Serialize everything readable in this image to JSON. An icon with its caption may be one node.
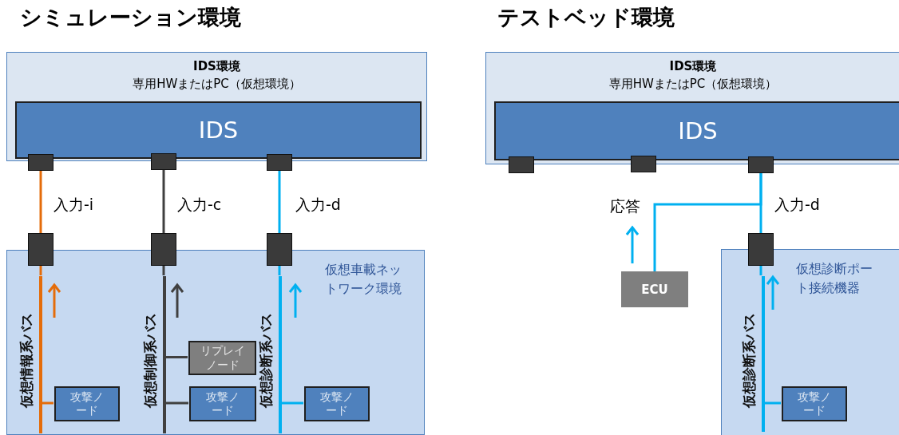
{
  "diagram": {
    "nodes": [
      {
        "text": [
          "IDS環境",
          "専用HWまたはPC（仮想環境）"
        ]
      },
      {
        "text": [
          "IDS"
        ],
        "in": 0
      },
      {
        "text": [],
        "shape": "box"
      },
      {
        "text": [],
        "shape": "box"
      },
      {
        "text": [],
        "shape": "box"
      },
      {
        "text": [
          "仮想車載ネットワーク環境"
        ]
      },
      {
        "text": [],
        "shape": "box"
      },
      {
        "text": [],
        "shape": "box"
      },
      {
        "text": [],
        "shape": "box"
      },
      {
        "text": [],
        "shape": "bar",
        "beside": [
          "仮想情報系バス"
        ],
        "in": 5
      },
      {
        "text": [],
        "shape": "bar",
        "beside": [
          "仮想制御系バス"
        ],
        "in": 5
      },
      {
        "text": [],
        "shape": "bar",
        "beside": [
          "仮想診断系バス"
        ],
        "in": 5
      },
      {
        "text": [
          "リプレイノード"
        ],
        "in": 5
      },
      {
        "text": [
          "攻撃ノード"
        ],
        "in": 5
      },
      {
        "text": [
          "攻撃ノード"
        ],
        "in": 5
      },
      {
        "text": [
          "攻撃ノード"
        ],
        "in": 5
      },
      {
        "text": [
          "IDS環境",
          "専用HWまたはPC（仮想環境）"
        ]
      },
      {
        "text": [
          "IDS"
        ],
        "in": 16
      },
      {
        "text": [],
        "shape": "box"
      },
      {
        "text": [],
        "shape": "box"
      },
      {
        "text": [],
        "shape": "box"
      },
      {
        "text": [
          "ECU"
        ]
      },
      {
        "text": [
          "仮想診断ポート接続機器"
        ]
      },
      {
        "text": [],
        "shape": "box"
      },
      {
        "text": [],
        "shape": "bar",
        "beside": [
          "仮想診断系バス"
        ],
        "in": 22
      },
      {
        "text": [
          "攻撃ノード"
        ],
        "in": 22
      }
    ],
    "edges": [
      {
        "from": 2,
        "to": 6,
        "arrow": "none",
        "label": "入力-i",
        "color": "#e46c0a"
      },
      {
        "from": 3,
        "to": 7,
        "arrow": "none",
        "label": "入力-c",
        "color": "#404040"
      },
      {
        "from": 4,
        "to": 8,
        "arrow": "none",
        "label": "入力-d",
        "color": "#00b0f0"
      },
      {
        "from": 6,
        "to": 9,
        "arrow": "none",
        "color": "#e46c0a"
      },
      {
        "from": 7,
        "to": 10,
        "arrow": "none",
        "color": "#404040"
      },
      {
        "from": 8,
        "to": 11,
        "arrow": "none",
        "color": "#00b0f0"
      },
      {
        "from": 9,
        "to": 13,
        "arrow": "none",
        "color": "#e46c0a"
      },
      {
        "from": 10,
        "to": 12,
        "arrow": "none",
        "color": "#404040"
      },
      {
        "from": 10,
        "to": 14,
        "arrow": "none",
        "color": "#404040"
      },
      {
        "from": 11,
        "to": 15,
        "arrow": "none",
        "color": "#00b0f0"
      },
      {
        "from": 20,
        "to": 23,
        "arrow": "none",
        "label": "入力-d",
        "color": "#00b0f0"
      },
      {
        "from": 21,
        "to": 20,
        "arrow": "none",
        "label": "応答",
        "color": "#00b0f0"
      },
      {
        "from": 23,
        "to": 24,
        "arrow": "none",
        "color": "#00b0f0"
      },
      {
        "from": 24,
        "to": 25,
        "arrow": "none",
        "color": "#00b0f0"
      }
    ],
    "labels": [
      "シミュレーション環境",
      "テストベッド環境"
    ]
  }
}
